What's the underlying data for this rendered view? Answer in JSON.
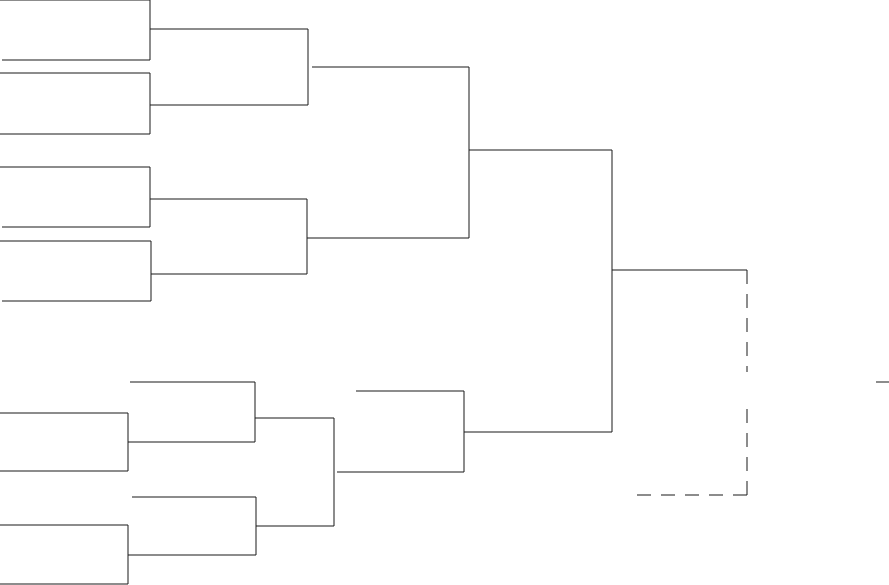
{
  "bracket": {
    "colors": {
      "line": "#1a1a1a",
      "background": "#ffffff"
    },
    "top_half": {
      "first_round": [
        {
          "name": "entry-slot-1",
          "text": ""
        },
        {
          "name": "entry-slot-2",
          "text": ""
        },
        {
          "name": "entry-slot-3",
          "text": ""
        },
        {
          "name": "entry-slot-4",
          "text": ""
        }
      ],
      "second_round": [
        {
          "name": "winner-slot-1-2",
          "text": ""
        },
        {
          "name": "winner-slot-3-4",
          "text": ""
        }
      ],
      "semifinal": {
        "name": "top-half-winner",
        "text": ""
      }
    },
    "bottom_half": {
      "first_round": [
        {
          "name": "entry-slot-5",
          "text": ""
        },
        {
          "name": "entry-slot-6",
          "text": ""
        },
        {
          "name": "entry-slot-7",
          "text": ""
        },
        {
          "name": "entry-slot-8",
          "text": ""
        }
      ],
      "bye_slots": [
        {
          "name": "bye-slot-1",
          "text": ""
        },
        {
          "name": "bye-slot-2",
          "text": ""
        }
      ],
      "quarterfinal": {
        "name": "bottom-quarter-winner",
        "text": ""
      },
      "semifinal": {
        "name": "bottom-half-winner",
        "text": ""
      }
    },
    "final": {
      "name": "champion",
      "text": ""
    },
    "consolation": {
      "name": "third-place-branch",
      "style": "dashed"
    }
  }
}
